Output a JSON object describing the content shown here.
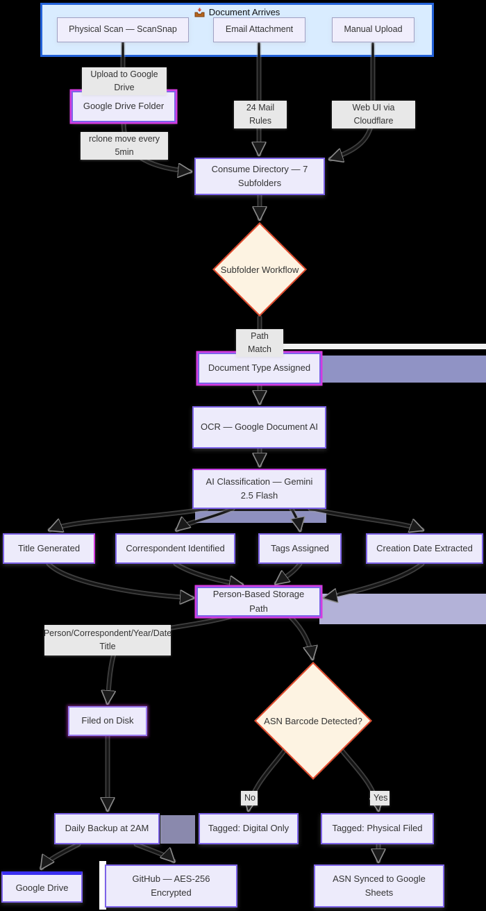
{
  "palette": {
    "background": "#000000",
    "container_fill": "#d9ecff",
    "container_border": "#2362d8",
    "node_fill": "#edebfb",
    "node_border": "#7d63e8",
    "highlight_border": "#d43be0",
    "decision_fill": "#fdf3e2",
    "decision_border": "#e1492b",
    "edge_label_bg": "#e8e8e8",
    "text": "#333333",
    "band_slate": "#9093c5",
    "band_light": "#b3b2d8",
    "google_drive_top_border": "#3a2ff0"
  },
  "container": {
    "title": "Document Arrives",
    "icon": "inbox-tray-icon",
    "sources": [
      {
        "label": "Physical Scan — ScanSnap"
      },
      {
        "label": "Email Attachment"
      },
      {
        "label": "Manual Upload"
      }
    ]
  },
  "nodes": {
    "google_drive_folder": "Google Drive Folder",
    "consume_directory": "Consume Directory — 7 Subfolders",
    "subfolder_workflow": "Subfolder Workflow",
    "document_type": "Document Type Assigned",
    "ocr": "OCR — Google Document AI",
    "ai_classification": "AI Classification — Gemini 2.5 Flash",
    "title_generated": "Title Generated",
    "correspondent_identified": "Correspondent Identified",
    "tags_assigned": "Tags Assigned",
    "creation_date_extracted": "Creation Date Extracted",
    "person_storage_path": "Person-Based Storage Path",
    "filed_on_disk": "Filed on Disk",
    "asn_barcode": "ASN Barcode Detected?",
    "daily_backup": "Daily Backup at 2AM",
    "tagged_digital": "Tagged: Digital Only",
    "tagged_physical": "Tagged: Physical Filed",
    "google_drive": "Google Drive",
    "github": "GitHub — AES-256 Encrypted",
    "asn_synced": "ASN Synced to Google Sheets"
  },
  "edge_labels": {
    "upload_gdrive": "Upload to Google Drive",
    "mail_rules": "24 Mail Rules",
    "web_ui": "Web UI via Cloudflare",
    "rclone": "rclone move every 5min",
    "path_match": "Path Match",
    "person_path_format": "Person/Correspondent/Year/Date Title",
    "no": "No",
    "yes": "Yes"
  }
}
